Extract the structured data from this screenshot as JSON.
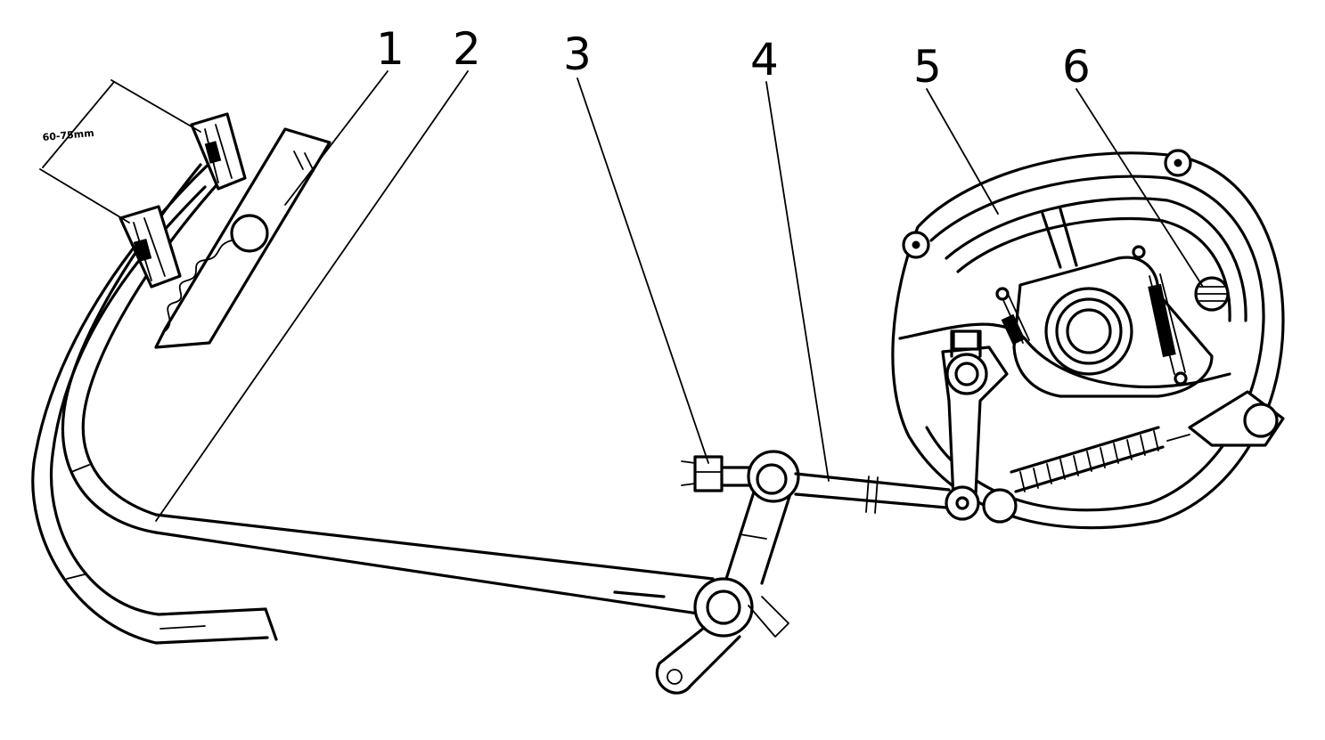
{
  "figure": {
    "callouts": [
      {
        "id": "1",
        "label": "1"
      },
      {
        "id": "2",
        "label": "2"
      },
      {
        "id": "3",
        "label": "3"
      },
      {
        "id": "4",
        "label": "4"
      },
      {
        "id": "5",
        "label": "5"
      },
      {
        "id": "6",
        "label": "6"
      }
    ],
    "dimension": {
      "label": "60-75mm"
    }
  }
}
